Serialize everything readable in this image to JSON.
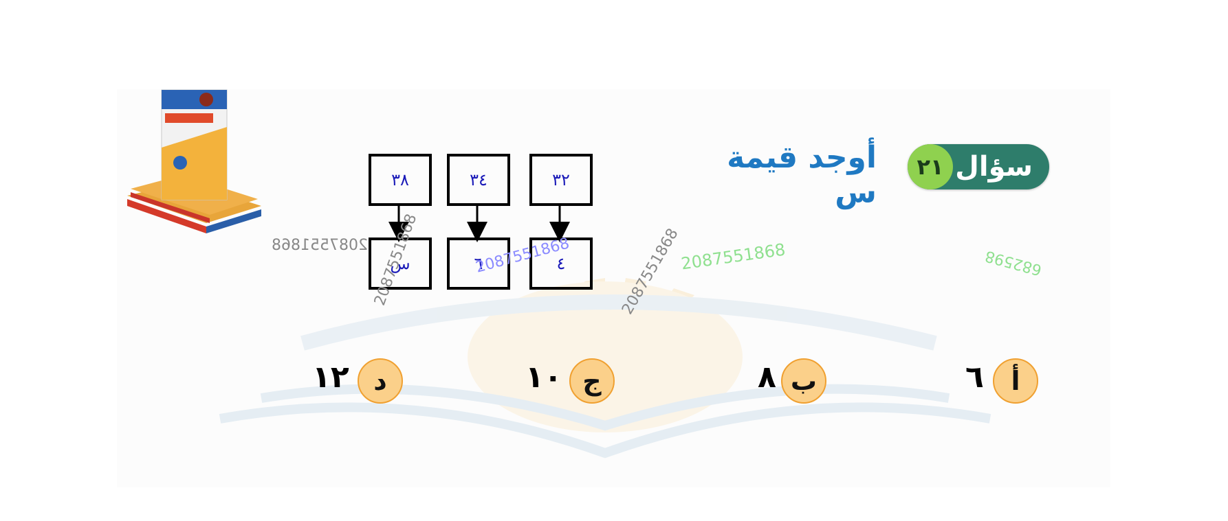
{
  "question": {
    "label": "سؤال",
    "number": "٢١",
    "text": "أوجد قيمة س"
  },
  "puzzle": {
    "top": [
      "٣٨",
      "٣٤",
      "٣٢"
    ],
    "bottom": [
      "س",
      "٦",
      "٤"
    ]
  },
  "options": [
    {
      "letter": "أ",
      "value": "٦"
    },
    {
      "letter": "ب",
      "value": "٨"
    },
    {
      "letter": "ج",
      "value": "١٠"
    },
    {
      "letter": "د",
      "value": "١٢"
    }
  ],
  "watermarks": {
    "w1": "2087551868",
    "w2": "2087551868",
    "w3": "2087551868",
    "w4": "2087551868",
    "w5": "2087551868",
    "w6": "682598"
  },
  "colors": {
    "accent_blue": "#1f79c2",
    "pill_green": "#2e7d6b",
    "num_green": "#8fd14f",
    "option_orange": "#fbd08a"
  }
}
